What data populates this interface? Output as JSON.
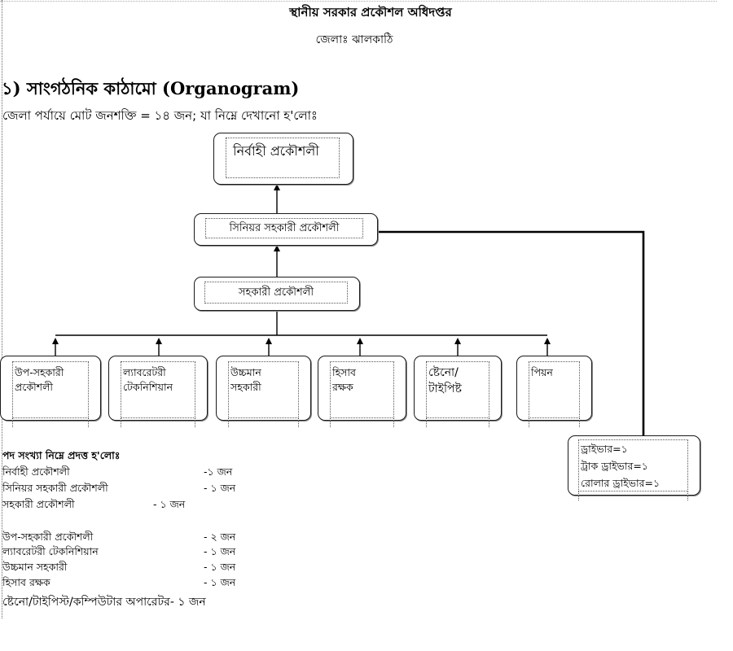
{
  "header": {
    "title": "স্থানীয় সরকার প্রকৌশল অধিদপ্তর",
    "district": "জেলাঃ ঝালকাঠি"
  },
  "section": {
    "heading": "১) সাংগঠনিক কাঠামো (Organogram)",
    "intro": "জেলা পর্যায়ে মোট জনশক্তি = ১৪ জন; যা নিম্নে দেখানো হ'লোঃ"
  },
  "orgchart": {
    "executive": "নির্বাহী প্রকৌশলী",
    "senior_assistant": "সিনিয়র সহকারী প্রকৌশলী",
    "assistant": "সহকারী প্রকৌশলী",
    "staff": [
      "উপ-সহকারী\nপ্রকৌশলী",
      "ল্যাবরেটরী\nটেকনিশিয়ান",
      "উচ্চমান\nসহকারী",
      "হিসাব\nরক্ষক",
      "ষ্টেনো/\nটাইপিষ্ট",
      "পিয়ন"
    ],
    "drivers": [
      "ড্রাইভার=১",
      "ট্রাক ড্রাইভার=১",
      "রোলার ড্রাইভার=১"
    ]
  },
  "positions": {
    "heading": "পদ সংখ্যা নিম্নে প্রদত্ত হ'লোঃ",
    "items": [
      {
        "name": "নির্বাহী প্রকৌশলী",
        "count": "-১ জন"
      },
      {
        "name": "সিনিয়র সহকারী প্রকৌশলী",
        "count": "- ১ জন"
      },
      {
        "name": "সহকারী প্রকৌশলী",
        "count": "- ১ জন"
      },
      {
        "name": "উপ-সহকারী প্রকৌশলী",
        "count": "- ২ জন"
      },
      {
        "name": "ল্যাবরেটরী টেকনিশিয়ান",
        "count": "- ১ জন"
      },
      {
        "name": "উচ্চমান সহকারী",
        "count": "- ১ জন"
      },
      {
        "name": "হিসাব রক্ষক",
        "count": "- ১ জন"
      },
      {
        "name": "ষ্টেনো/টাইপিস্ট/কম্পিউটার অপারেটর",
        "count": "- ১ জন"
      }
    ]
  }
}
